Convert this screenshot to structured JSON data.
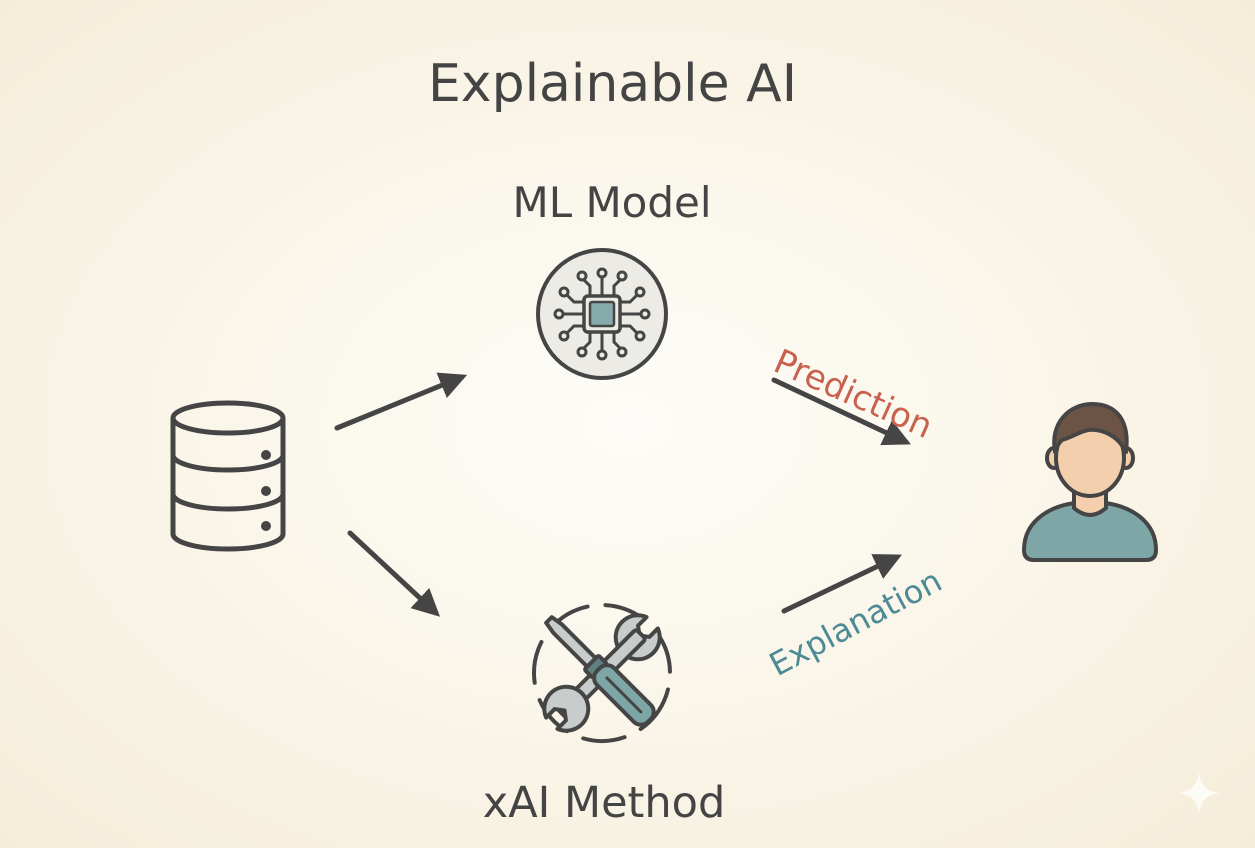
{
  "diagram": {
    "title": "Explainable AI",
    "nodes": {
      "ml_model": {
        "label": "ML Model",
        "icon": "chip-icon"
      },
      "xai_method": {
        "label": "xAI Method",
        "icon": "wrench-screwdriver-icon"
      },
      "data": {
        "icon": "database-icon"
      },
      "user": {
        "icon": "user-icon"
      }
    },
    "edges": {
      "prediction": {
        "label": "Prediction"
      },
      "explanation": {
        "label": "Explanation"
      }
    }
  },
  "colors": {
    "ink": "#454545",
    "prediction": "#c8624e",
    "explanation": "#4c8a95",
    "accent_teal": "#7fa6a6"
  }
}
